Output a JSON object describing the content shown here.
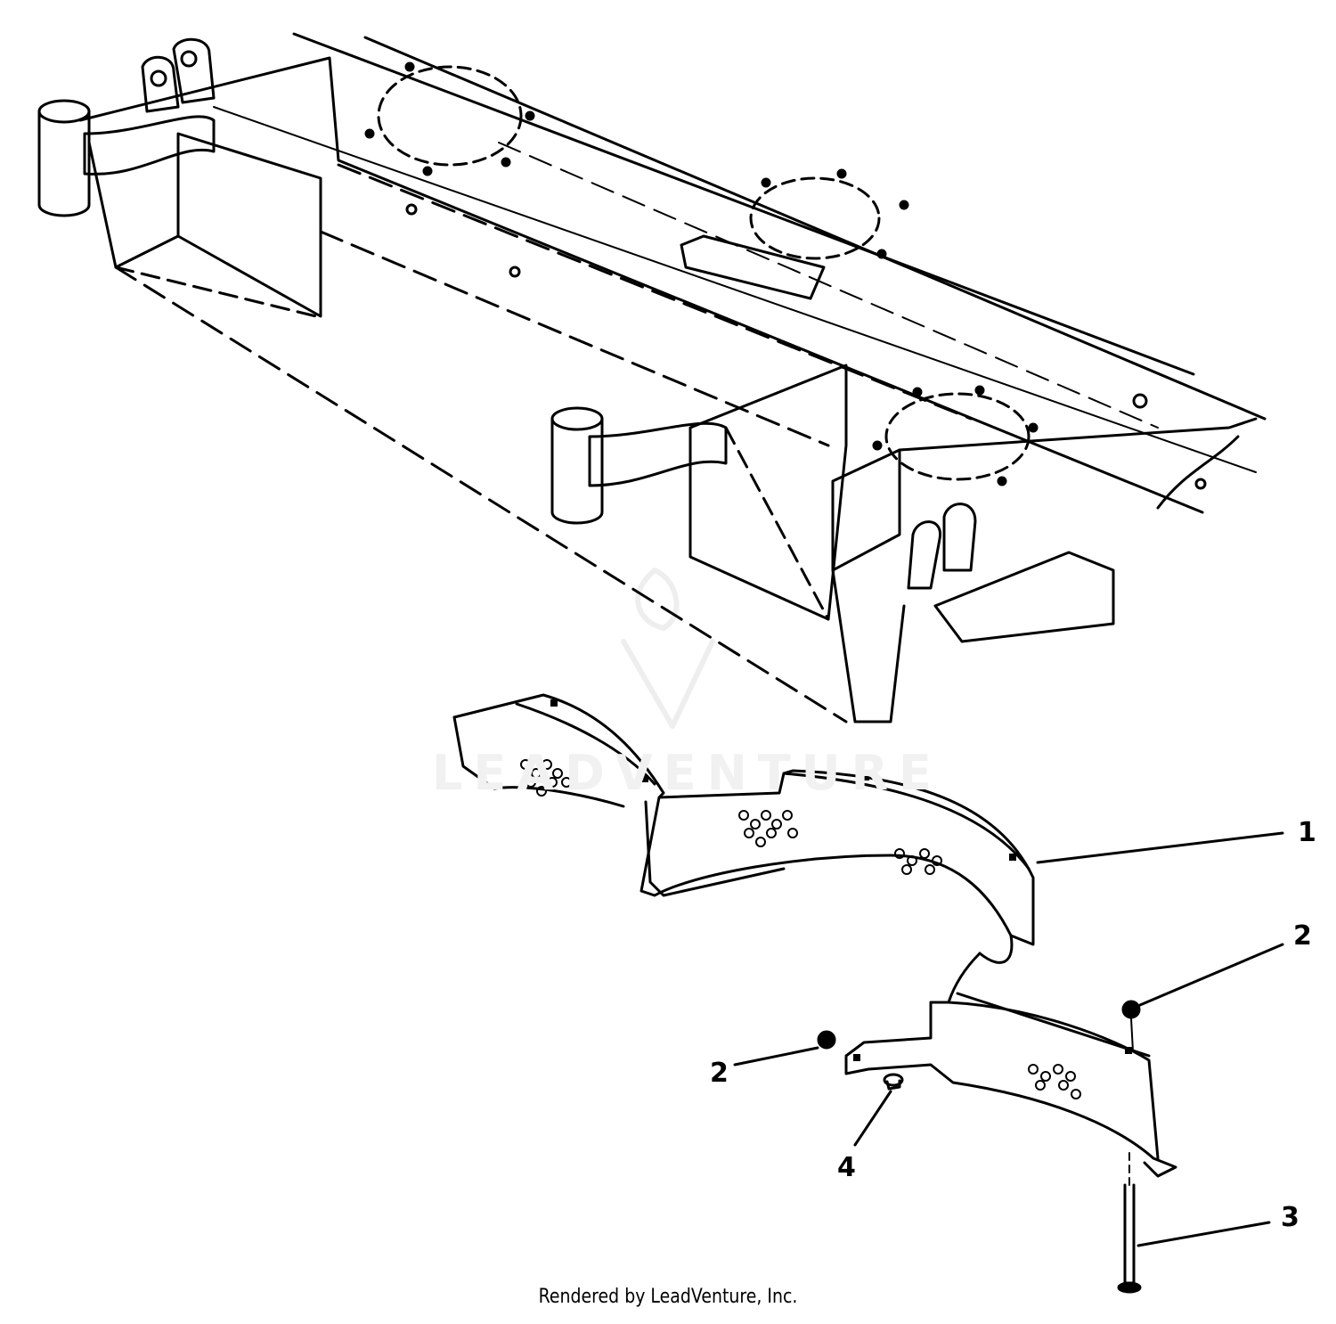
{
  "diagram": {
    "callouts": [
      {
        "id": "1",
        "label": "1"
      },
      {
        "id": "2a",
        "label": "2"
      },
      {
        "id": "2b",
        "label": "2"
      },
      {
        "id": "3",
        "label": "3"
      },
      {
        "id": "4",
        "label": "4"
      }
    ],
    "watermark": "LEADVENTURE",
    "footer": "Rendered by LeadVenture, Inc."
  },
  "colors": {
    "line": "#000000",
    "background": "#ffffff",
    "watermark": "#f1f1f1"
  }
}
